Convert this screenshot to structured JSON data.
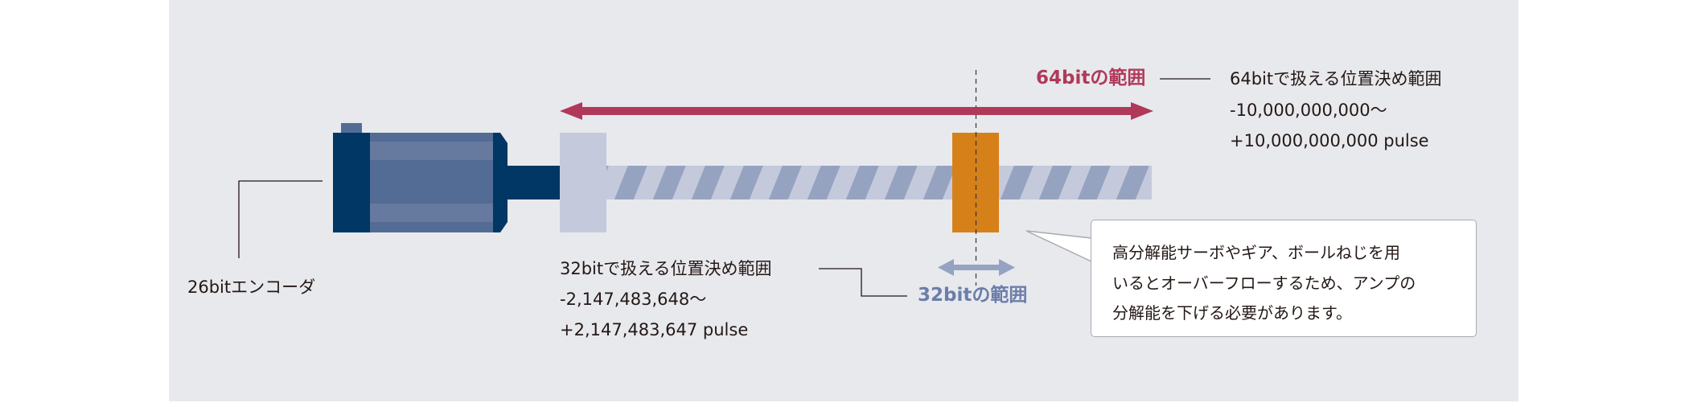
{
  "encoder": {
    "label": "26bitエンコーダ"
  },
  "range_64": {
    "tag": "64bitの範囲",
    "title": "64bitで扱える位置決め範囲",
    "min": "-10,000,000,000〜",
    "max": "+10,000,000,000 pulse"
  },
  "range_32": {
    "tag": "32bitの範囲",
    "title": "32bitで扱える位置決め範囲",
    "min": "-2,147,483,648〜",
    "max": "+2,147,483,647 pulse"
  },
  "callout": {
    "lines": [
      "高分解能サーボやギア、ボールねじを用",
      "いるとオーバーフローするため、アンプの",
      "分解能を下げる必要があります。"
    ]
  },
  "colors": {
    "background": "#E8E9ED",
    "range64": "#B0395A",
    "range32": "#95A3C2",
    "nut": "#D6801A",
    "motor_dark": "#003764",
    "motor_body": "#536C96"
  }
}
